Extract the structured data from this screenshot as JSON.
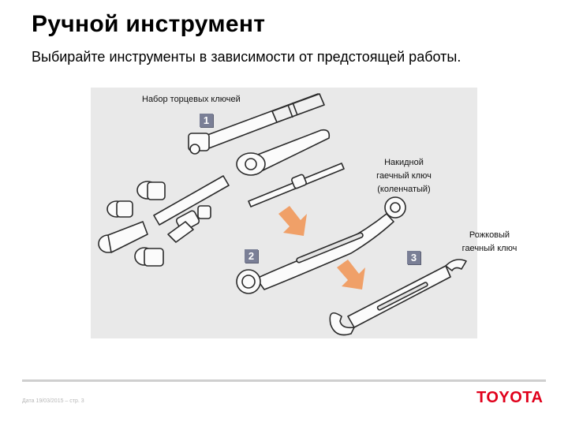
{
  "slide": {
    "title": "Ручной инструмент",
    "subtitle": "Выбирайте инструменты в зависимости от предстоящей работы."
  },
  "figure": {
    "labels": {
      "socket_set": "Набор торцевых ключей",
      "box_wrench_line1": "Накидной",
      "box_wrench_line2": "гаечный ключ",
      "box_wrench_line3": "(коленчатый)",
      "open_wrench_line1": "Рожковый",
      "open_wrench_line2": "гаечный ключ"
    },
    "badges": [
      "1",
      "2",
      "3"
    ],
    "colors": {
      "panel": "#e9e9e9",
      "badge": "#7a7f96",
      "arrow": "#f0a068"
    }
  },
  "footer": {
    "date_page": "Дата 19/03/2015 – стр. 3",
    "logo": "TOYOTA",
    "logo_color": "#e0001b"
  }
}
